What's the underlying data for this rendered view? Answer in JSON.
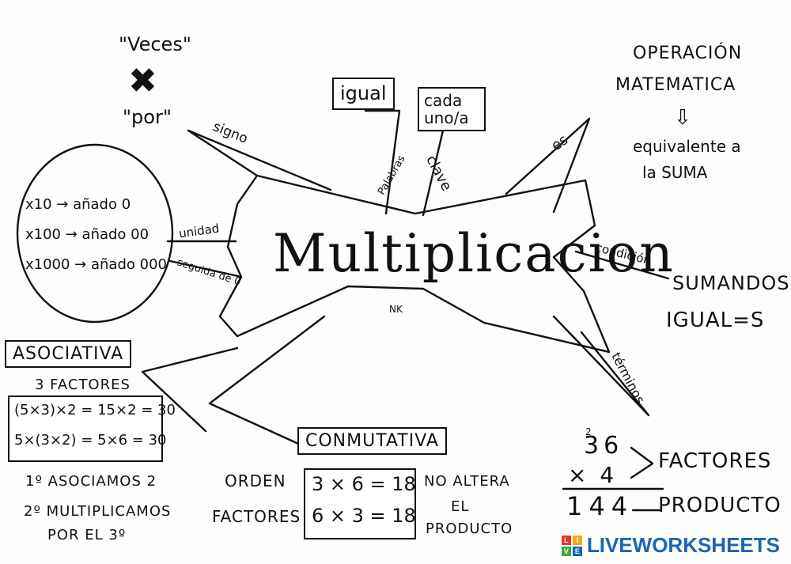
{
  "title": "Multiplicacion",
  "sign": {
    "top": "\"Veces\"",
    "symbol": "✖",
    "bottom": "\"por\""
  },
  "links": {
    "signo": "signo",
    "palabras": "Palabras",
    "clave": "clave",
    "es": "es",
    "unidad": "unidad",
    "seguida": "seguida de 0",
    "condicion": "condición",
    "terminos": "términos",
    "nk": "NK"
  },
  "keywords": [
    "igual",
    "cada uno/a"
  ],
  "definition": {
    "heading_line1": "OPERACIÓN",
    "heading_line2": "MATEMATICA",
    "arrow": "⇩",
    "text_line1": "equivalente a",
    "text_line2": "la SUMA"
  },
  "unit_rules": [
    "x10 → añado 0",
    "x100 → añado 00",
    "x1000 → añado 000"
  ],
  "condition": {
    "line1": "SUMANDOS",
    "line2": "IGUAL=S"
  },
  "asociativa": {
    "label": "ASOCIATIVA",
    "factors": "3 FACTORES",
    "examples": [
      "(5×3)×2 = 15×2 = 30",
      "5×(3×2) = 5×6 = 30"
    ],
    "steps": [
      "1º ASOCIAMOS 2",
      "2º MULTIPLICAMOS",
      "POR EL 3º"
    ]
  },
  "conmutativa": {
    "label": "CONMUTATIVA",
    "left_line1": "ORDEN",
    "left_line2": "FACTORES",
    "examples": [
      "3 × 6 = 18",
      "6 × 3 = 18"
    ],
    "right_line1": "NO ALTERA",
    "right_line2": "EL",
    "right_line3": "PRODUCTO"
  },
  "terms": {
    "carry": "2",
    "factor1": "36",
    "factor2": "× 4",
    "factors_label": "FACTORES",
    "product": "144",
    "product_label": "PRODUCTO"
  },
  "brand": {
    "text": "LIVEWORKSHEETS",
    "tiles": [
      "L",
      "I",
      "V",
      "E"
    ]
  }
}
